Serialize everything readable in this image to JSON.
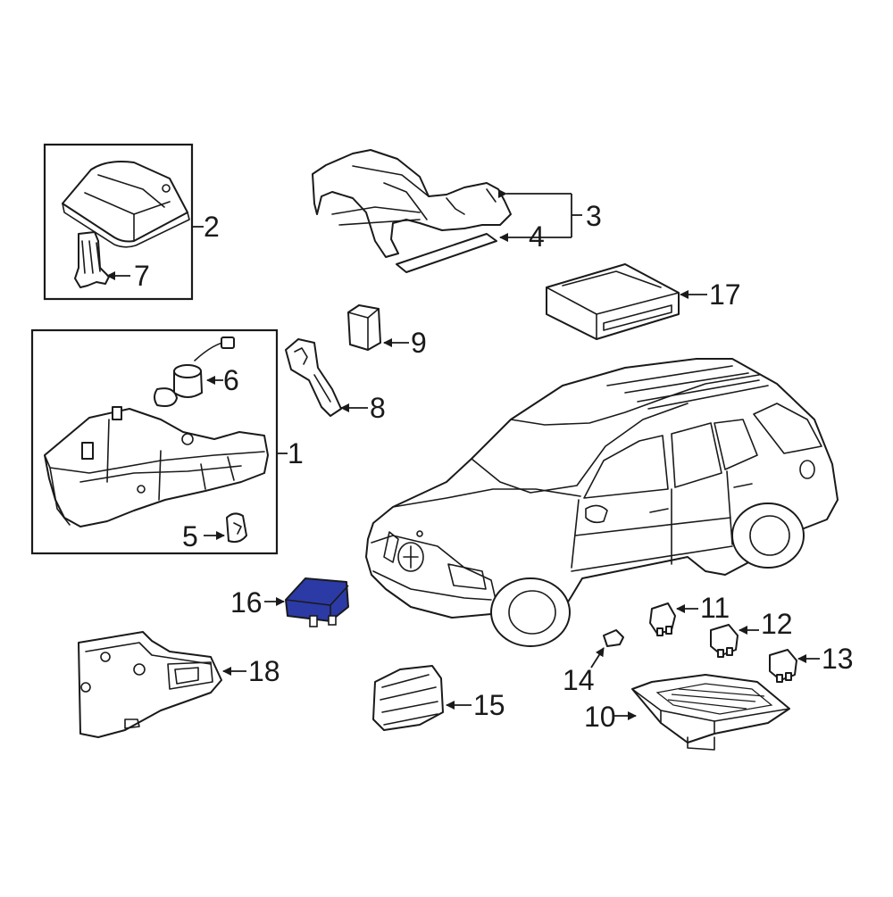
{
  "colors": {
    "line": "#1a1a1a",
    "background": "#ffffff",
    "highlight": "#2c3aa6"
  },
  "highlighted_part": "16",
  "callouts": {
    "c1": "1",
    "c2": "2",
    "c3": "3",
    "c4": "4",
    "c5": "5",
    "c6": "6",
    "c7": "7",
    "c8": "8",
    "c9": "9",
    "c10": "10",
    "c11": "11",
    "c12": "12",
    "c13": "13",
    "c14": "14",
    "c15": "15",
    "c16": "16",
    "c17": "17",
    "c18": "18"
  }
}
